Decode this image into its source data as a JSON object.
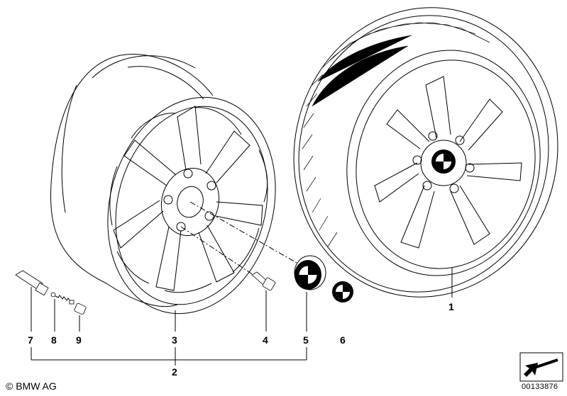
{
  "labels": {
    "n1": "1",
    "n2": "2",
    "n3": "3",
    "n4": "4",
    "n5": "5",
    "n6": "6",
    "n7": "7",
    "n8": "8",
    "n9": "9"
  },
  "footer": {
    "copyright": "© BMW AG",
    "diagram_id": "00133876"
  },
  "icons": {
    "nav": "forward-arrow-icon",
    "emblem": "bmw-roundel-icon"
  }
}
